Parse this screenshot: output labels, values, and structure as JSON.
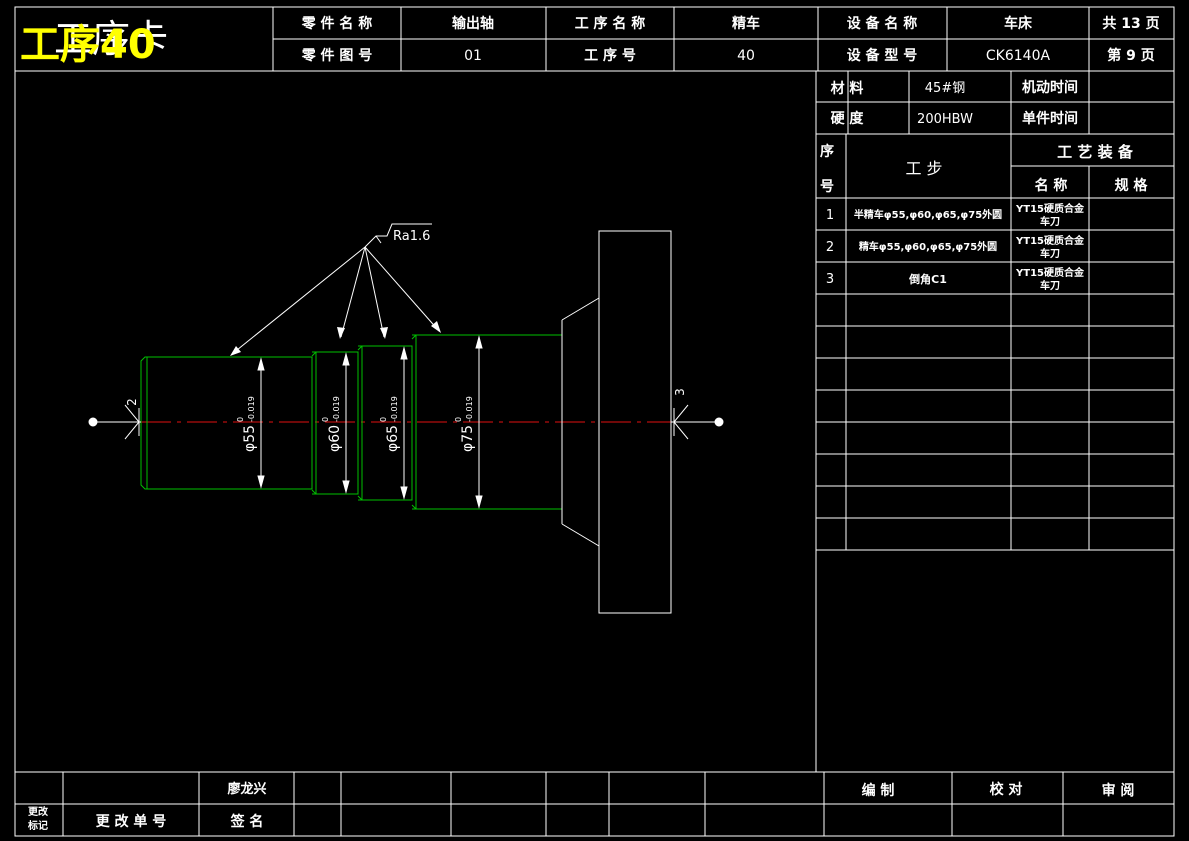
{
  "title": {
    "white_text": "工序卡",
    "yellow_text": "工序40"
  },
  "header": {
    "part_name_label": "零 件 名 称",
    "part_name": "输出轴",
    "part_no_label": "零 件 图 号",
    "part_no": "01",
    "op_name_label": "工 序 名 称",
    "op_name": "精车",
    "op_no_label": "工  序  号",
    "op_no": "40",
    "equip_name_label": "设 备 名 称",
    "equip_name": "车床",
    "equip_model_label": "设 备 型 号",
    "equip_model": "CK6140A",
    "total_pages": "共 13 页",
    "page_no": "第 9 页"
  },
  "info": {
    "material_label": "材  料",
    "material": "45#钢",
    "machine_time_label": "机动时间",
    "machine_time": "",
    "hardness_label": "硬  度",
    "hardness": "200HBW",
    "unit_time_label": "单件时间",
    "unit_time": ""
  },
  "steps_table": {
    "seq_label_top": "序",
    "seq_label_bottom": "号",
    "step_label": "工    步",
    "equipment_label": "工 艺 装 备",
    "name_label": "名  称",
    "spec_label": "规  格",
    "rows": [
      {
        "no": "1",
        "step": "半精车φ55,φ60,φ65,φ75外圆",
        "tool_line1": "YT15硬质合金",
        "tool_line2": "车刀",
        "spec": ""
      },
      {
        "no": "2",
        "step": "精车φ55,φ60,φ65,φ75外圆",
        "tool_line1": "YT15硬质合金",
        "tool_line2": "车刀",
        "spec": ""
      },
      {
        "no": "3",
        "step": "倒角C1",
        "tool_line1": "YT15硬质合金",
        "tool_line2": "车刀",
        "spec": ""
      }
    ]
  },
  "footer": {
    "author": "廖龙兴",
    "change_mark_line1": "更改",
    "change_mark_line2": "标记",
    "change_no_label": "更  改  单  号",
    "sign_label": "签  名",
    "compile_label": "编      制",
    "check_label": "校      对",
    "review_label": "审      阅"
  },
  "drawing": {
    "roughness": "Ra1.6",
    "dims": [
      {
        "d": "φ55",
        "tol": "-0.019"
      },
      {
        "d": "φ60",
        "tol": "-0.019"
      },
      {
        "d": "φ65",
        "tol": "-0.019"
      },
      {
        "d": "φ75",
        "tol": "-0.019"
      }
    ],
    "upper_tol": "0",
    "locator_left": "2",
    "locator_right": "3"
  },
  "colors": {
    "line": "#ffffff",
    "part": "#00c000",
    "center": "#e01010",
    "title_yellow": "#ffff00"
  }
}
